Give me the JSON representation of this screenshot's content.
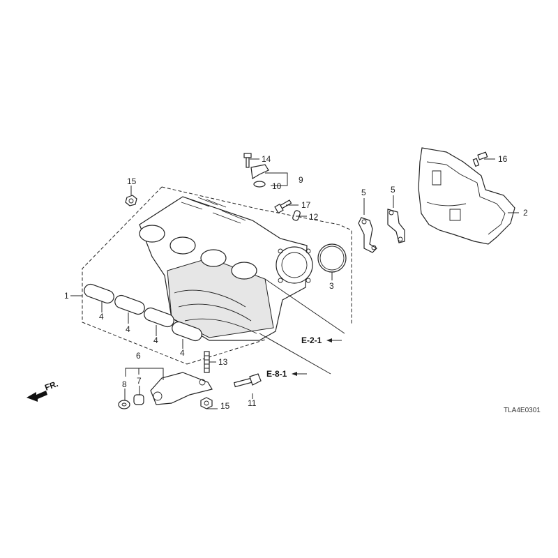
{
  "callouts": {
    "c1": "1",
    "c2": "2",
    "c3": "3",
    "c4a": "4",
    "c4b": "4",
    "c4c": "4",
    "c4d": "4",
    "c5a": "5",
    "c5b": "5",
    "c6": "6",
    "c7": "7",
    "c8": "8",
    "c9": "9",
    "c10": "10",
    "c11": "11",
    "c12": "12",
    "c13": "13",
    "c14": "14",
    "c15a": "15",
    "c15b": "15",
    "c16": "16",
    "c17": "17"
  },
  "refs": {
    "e21": "E-2-1",
    "e81": "E-8-1"
  },
  "front_label": "FR.",
  "diagram_code": "TLA4E0301"
}
